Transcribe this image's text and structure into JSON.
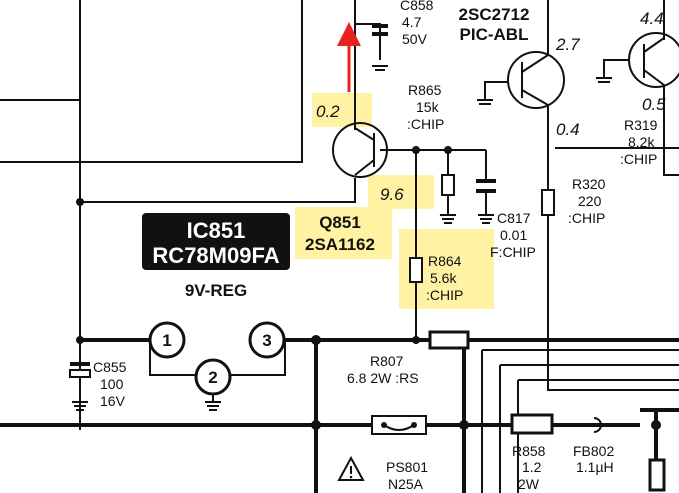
{
  "diagram": {
    "accent_color": "#e8231f",
    "highlight_color": "#fff3a3",
    "ic": {
      "ref": "IC851",
      "part": "RC78M09FA",
      "function": "9V-REG",
      "pins": [
        "1",
        "2",
        "3"
      ]
    },
    "q851": {
      "ref": "Q851",
      "part": "2SA1162",
      "emitter_voltage": "0.2",
      "base_voltage": "9.6"
    },
    "q_top": {
      "part": "2SC2712",
      "function": "PIC-ABL",
      "base_voltage": "2.7",
      "emitter_voltage": "0.4"
    },
    "q_right": {
      "collector_voltage": "4.4",
      "emitter_voltage": "0.5"
    },
    "c858": {
      "ref": "C858",
      "value": "4.7",
      "rating": "50V"
    },
    "r865": {
      "ref": "R865",
      "value": "15k",
      "type": ":CHIP"
    },
    "c817": {
      "ref": "C817",
      "value": "0.01",
      "type": "F:CHIP"
    },
    "r864": {
      "ref": "R864",
      "value": "5.6k",
      "type": ":CHIP"
    },
    "r320": {
      "ref": "R320",
      "value": "220",
      "type": ":CHIP"
    },
    "r319": {
      "ref": "R319",
      "value": "8.2k",
      "type": ":CHIP"
    },
    "c855": {
      "ref": "C855",
      "value": "100",
      "rating": "16V"
    },
    "r807": {
      "ref": "R807",
      "spec": "6.8 2W :RS"
    },
    "r858": {
      "ref": "R858",
      "value": "1.2",
      "rating": "2W"
    },
    "fb802": {
      "ref": "FB802",
      "value": "1.1µH"
    },
    "ps801": {
      "ref": "PS801",
      "value": "N25A",
      "icon": "warning-triangle-icon"
    }
  }
}
